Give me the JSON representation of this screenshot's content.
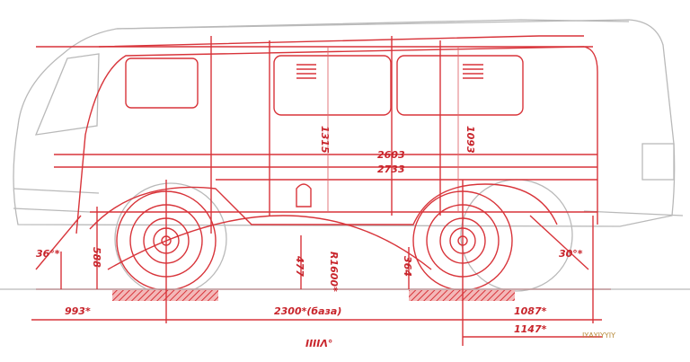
{
  "dimensions": {
    "front_overhang": "993*",
    "wheelbase": "2300*(база)",
    "rear_overhang": "1087*",
    "rear_overhang_total": "1147*",
    "interior_height": "1315",
    "rear_height": "1093",
    "length_inner": "2603",
    "length_outer": "2733",
    "approach_angle": "36°*",
    "departure_angle": "30°*",
    "front_clearance": "588",
    "ground_clearance": "477",
    "ramp_radius": "R1600*",
    "rear_clearance": "364"
  },
  "footer_mark": "ΙΙΙΙΛ°",
  "watermark": "ΙΥΑΥΙΥΥΙΥ",
  "colors": {
    "line": "#d8343a",
    "outline": "#b9b9b9"
  }
}
